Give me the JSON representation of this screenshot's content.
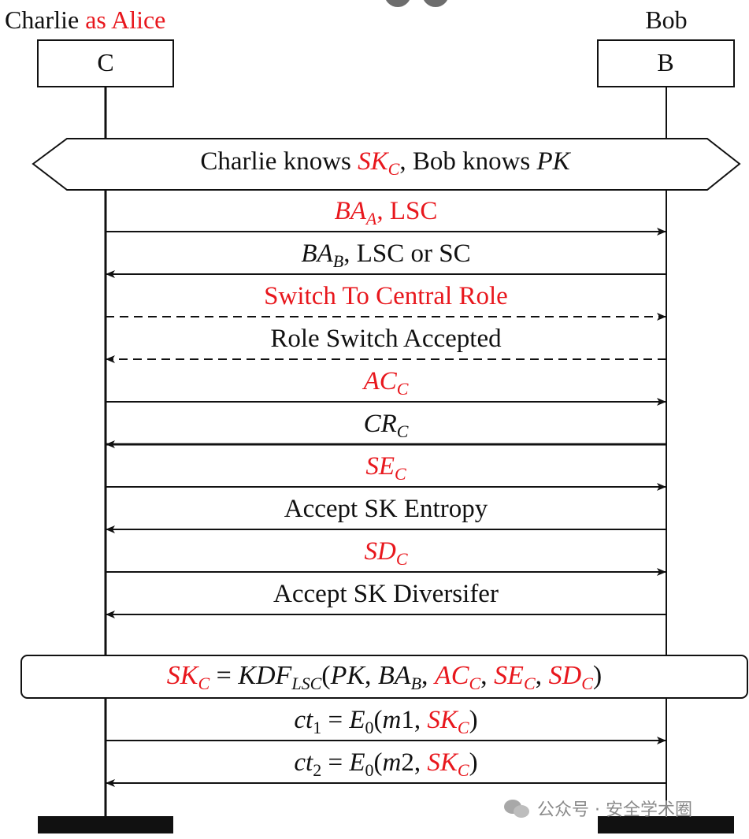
{
  "participants": {
    "left_title_prefix": "Charlie",
    "left_title_suffix": "as Alice",
    "left_box": "C",
    "right_title": "Bob",
    "right_box": "B"
  },
  "banner": {
    "p1": "Charlie knows ",
    "p2_base": "SK",
    "p2_sub": "C",
    "p3": ", Bob knows ",
    "p4": "PK"
  },
  "messages": [
    {
      "dir": "right",
      "style": "solid",
      "parts": [
        {
          "t": "BA",
          "it": true,
          "red": true
        },
        {
          "t": "A",
          "it": true,
          "red": true,
          "sub": true
        },
        {
          "t": ", LSC",
          "red": true
        }
      ]
    },
    {
      "dir": "left",
      "style": "solid",
      "parts": [
        {
          "t": "BA",
          "it": true
        },
        {
          "t": "B",
          "it": true,
          "sub": true
        },
        {
          "t": ", LSC or SC"
        }
      ]
    },
    {
      "dir": "right",
      "style": "dashed",
      "parts": [
        {
          "t": "Switch To Central Role",
          "red": true
        }
      ]
    },
    {
      "dir": "left",
      "style": "dashed",
      "parts": [
        {
          "t": "Role Switch Accepted"
        }
      ]
    },
    {
      "dir": "right",
      "style": "solid",
      "parts": [
        {
          "t": "AC",
          "it": true,
          "red": true
        },
        {
          "t": "C",
          "it": true,
          "red": true,
          "sub": true
        }
      ]
    },
    {
      "dir": "left",
      "style": "thick",
      "parts": [
        {
          "t": "CR",
          "it": true
        },
        {
          "t": "C",
          "it": true,
          "sub": true
        }
      ]
    },
    {
      "dir": "right",
      "style": "solid",
      "parts": [
        {
          "t": "SE",
          "it": true,
          "red": true
        },
        {
          "t": "C",
          "it": true,
          "red": true,
          "sub": true
        }
      ]
    },
    {
      "dir": "left",
      "style": "solid",
      "parts": [
        {
          "t": "Accept SK Entropy"
        }
      ]
    },
    {
      "dir": "right",
      "style": "solid",
      "parts": [
        {
          "t": "SD",
          "it": true,
          "red": true
        },
        {
          "t": "C",
          "it": true,
          "red": true,
          "sub": true
        }
      ]
    },
    {
      "dir": "left",
      "style": "solid",
      "parts": [
        {
          "t": "Accept SK Diversifer"
        }
      ]
    }
  ],
  "kdf_box": {
    "parts": [
      {
        "t": "SK",
        "it": true,
        "red": true
      },
      {
        "t": "C",
        "it": true,
        "red": true,
        "sub": true
      },
      {
        "t": " = "
      },
      {
        "t": "KDF",
        "it": true
      },
      {
        "t": "LSC",
        "it": true,
        "sub": true
      },
      {
        "t": "("
      },
      {
        "t": "PK",
        "it": true
      },
      {
        "t": ", "
      },
      {
        "t": "BA",
        "it": true
      },
      {
        "t": "B",
        "it": true,
        "sub": true
      },
      {
        "t": ", "
      },
      {
        "t": "AC",
        "it": true,
        "red": true
      },
      {
        "t": "C",
        "it": true,
        "red": true,
        "sub": true
      },
      {
        "t": ", "
      },
      {
        "t": "SE",
        "it": true,
        "red": true
      },
      {
        "t": "C",
        "it": true,
        "red": true,
        "sub": true
      },
      {
        "t": ", "
      },
      {
        "t": "SD",
        "it": true,
        "red": true
      },
      {
        "t": "C",
        "it": true,
        "red": true,
        "sub": true
      },
      {
        "t": ")"
      }
    ]
  },
  "final_messages": [
    {
      "dir": "right",
      "style": "solid",
      "parts": [
        {
          "t": "ct",
          "it": true
        },
        {
          "t": "1",
          "sub": true
        },
        {
          "t": " = "
        },
        {
          "t": "E",
          "it": true
        },
        {
          "t": "0",
          "sub": true
        },
        {
          "t": "("
        },
        {
          "t": "m",
          "it": true
        },
        {
          "t": "1, "
        },
        {
          "t": "SK",
          "it": true,
          "red": true
        },
        {
          "t": "C",
          "it": true,
          "red": true,
          "sub": true
        },
        {
          "t": ")"
        }
      ]
    },
    {
      "dir": "left",
      "style": "solid",
      "parts": [
        {
          "t": "ct",
          "it": true
        },
        {
          "t": "2",
          "sub": true
        },
        {
          "t": " = "
        },
        {
          "t": "E",
          "it": true
        },
        {
          "t": "0",
          "sub": true
        },
        {
          "t": "("
        },
        {
          "t": "m",
          "it": true
        },
        {
          "t": "2, "
        },
        {
          "t": "SK",
          "it": true,
          "red": true
        },
        {
          "t": "C",
          "it": true,
          "red": true,
          "sub": true
        },
        {
          "t": ")"
        }
      ]
    }
  ],
  "watermark": "公众号 · 安全学术圈",
  "colors": {
    "accent": "#e8171d",
    "ink": "#111111",
    "watermark": "#8a8a8a"
  }
}
